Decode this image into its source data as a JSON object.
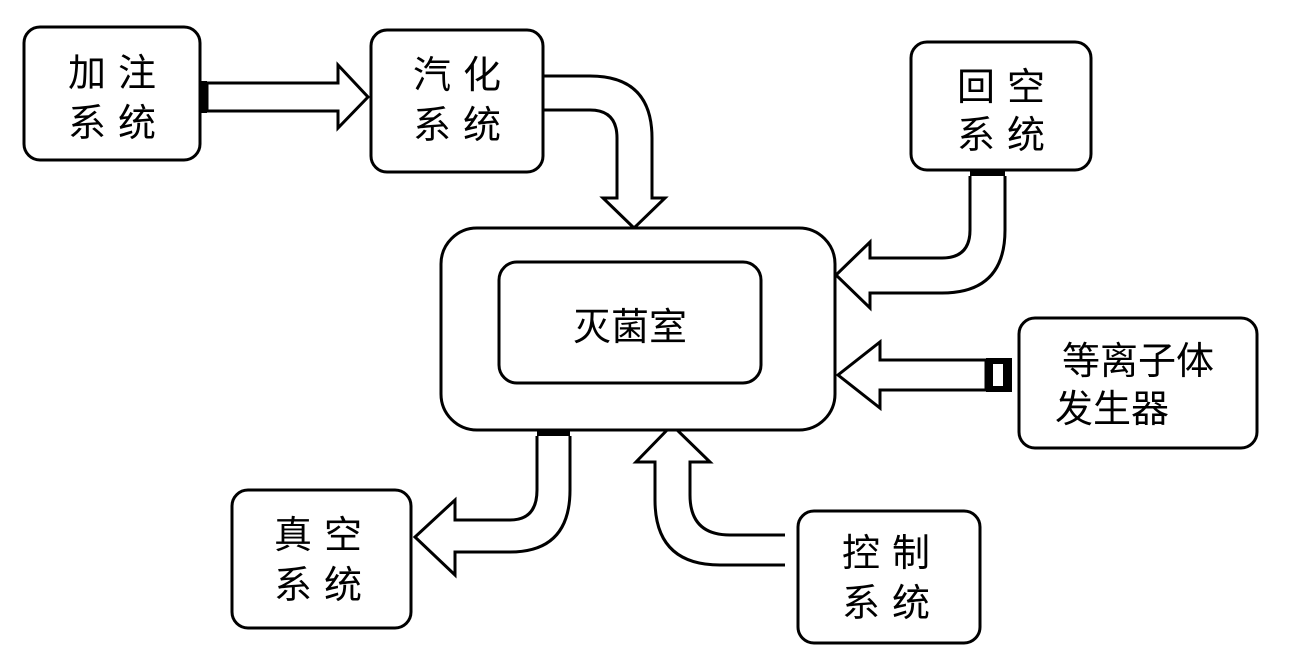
{
  "nodes": {
    "filling": {
      "line1": "加 注",
      "line2": "系 统"
    },
    "vaporization": {
      "line1": "汽 化",
      "line2": "系 统"
    },
    "return_air": {
      "line1": "回 空",
      "line2": "系 统"
    },
    "sterilization_chamber": {
      "label": "灭菌室"
    },
    "plasma_generator": {
      "line1": "等离子体",
      "line2": "发生器"
    },
    "vacuum": {
      "line1": "真 空",
      "line2": "系 统"
    },
    "control": {
      "line1": "控 制",
      "line2": "系 统"
    }
  },
  "colors": {
    "stroke": "#000000",
    "fill": "#ffffff"
  }
}
